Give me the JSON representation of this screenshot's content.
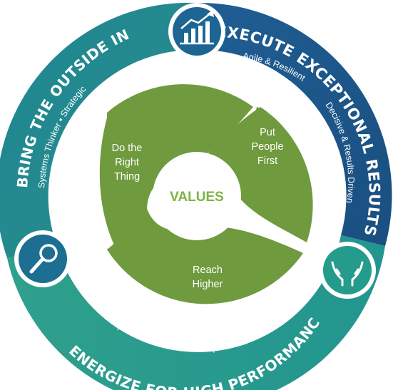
{
  "segments": {
    "left": {
      "title": "BRING THE OUTSIDE IN",
      "subtitle": "Systems Thinker  ▪  Strategic",
      "icon": "magnifier-icon"
    },
    "right": {
      "title": "EXECUTE EXCEPTIONAL RESULTS",
      "subtitle1": "Agile & Resilient",
      "subtitle2": "Decisive & Results Driven",
      "icon": "growth-chart-icon"
    },
    "bottom": {
      "title": "ENERGIZE FOR HIGH PERFORMANCE",
      "subtitle": "People First  ▪  Authentic & Inspirational",
      "icon": "caring-hands-icon"
    }
  },
  "values": {
    "center": "VALUES",
    "top_left": [
      "Do the",
      "Right",
      "Thing"
    ],
    "top_right": [
      "Put",
      "People",
      "First"
    ],
    "bottom": [
      "Reach",
      "Higher"
    ]
  },
  "colors": {
    "left_teal": "#1c8590",
    "right_navy": "#1c5f8f",
    "bottom_green": "#2a9f8c",
    "values_green": "#6f9a3d",
    "center_text": "#7db442",
    "icon_bg": "#1c6f8f"
  }
}
